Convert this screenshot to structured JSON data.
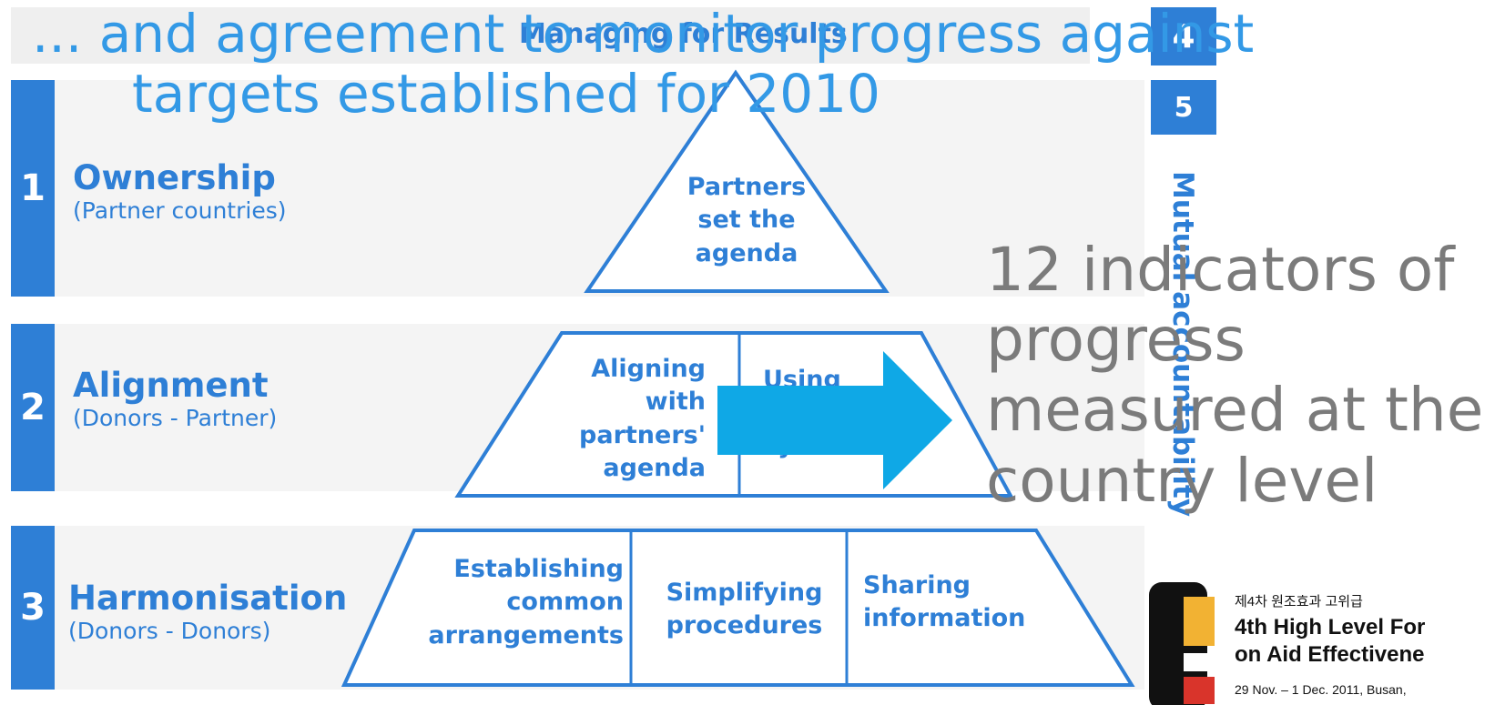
{
  "diagram_title": "Managing for Results",
  "pillars": [
    {
      "number": "1",
      "title": "Ownership",
      "subtitle": "(Partner countries)"
    },
    {
      "number": "2",
      "title": "Alignment",
      "subtitle": "(Donors - Partner)"
    },
    {
      "number": "3",
      "title": "Harmonisation",
      "subtitle": "(Donors - Donors)"
    }
  ],
  "side_numbers": [
    "4",
    "5"
  ],
  "vertical_label": "Mutual accountability",
  "triangle": {
    "top": [
      "Partners",
      "set the",
      "agenda"
    ],
    "middle_left": [
      "Aligning",
      "with",
      "partners'",
      "agenda"
    ],
    "middle_right": [
      "Using",
      "systems"
    ],
    "bottom": [
      [
        "Establishing",
        "common",
        "arrangements"
      ],
      [
        "Simplifying",
        "procedures"
      ],
      [
        "Sharing",
        "information"
      ]
    ]
  },
  "overlay_heading": [
    "... and agreement to monitor progress against",
    "targets established for 2010"
  ],
  "indicator_text": [
    "12 indicators of",
    "progress",
    "measured at the",
    "country level"
  ],
  "logo": {
    "korean": "제4차 원조효과 고위급",
    "line1": "4th High Level For",
    "line2": "on Aid Effectivene",
    "dates": "29 Nov. – 1 Dec. 2011, Busan,"
  },
  "colors": {
    "accent": "#2e7fd6",
    "heading": "#3399e6",
    "arrow": "#0fa8e6",
    "grey_text": "#7b7b7b"
  }
}
